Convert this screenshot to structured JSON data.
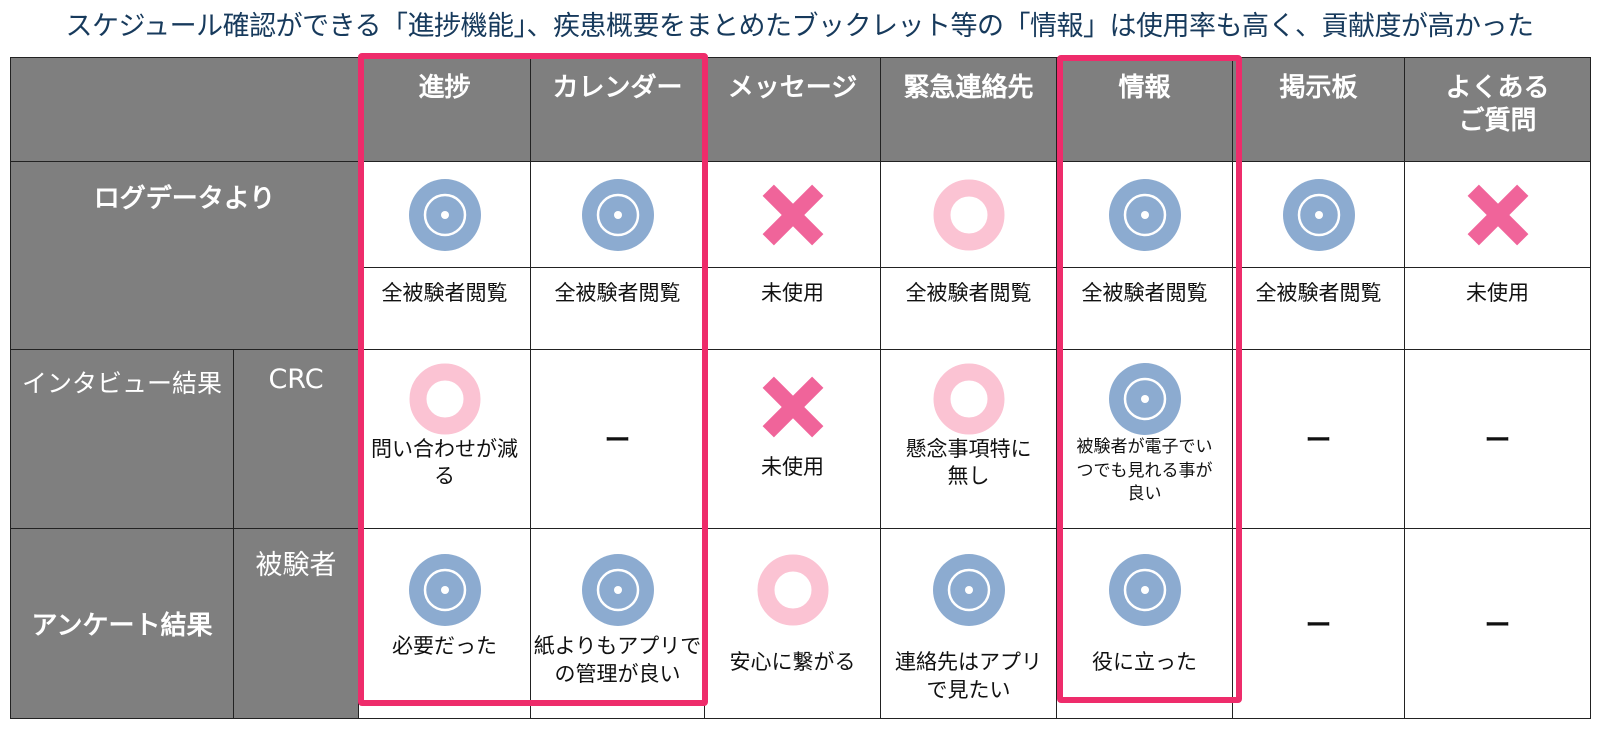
{
  "title": "スケジュール確認ができる「進捗機能」、疾患概要をまとめたブックレット等の「情報」は使用率も高く、貢献度が高かった",
  "colors": {
    "header_gray": "#7f7f7f",
    "title_navy": "#173a5c",
    "highlight_pink": "#ee2c6b",
    "double_circle_blue": "#8cabd0",
    "circle_pink": "#fbc3d3",
    "cross_pink": "#f0649a"
  },
  "columns": {
    "c1": "進捗",
    "c2": "カレンダー",
    "c3": "メッセージ",
    "c4": "緊急連絡先",
    "c5": "情報",
    "c6": "掲示板",
    "c7_l1": "よくある",
    "c7_l2": "ご質問"
  },
  "row_headers": {
    "log": "ログデータより",
    "interview": "インタビュー結果",
    "crc": "CRC",
    "survey": "アンケート結果",
    "subject": "被験者"
  },
  "log_row": {
    "symbols": [
      "double-circle",
      "double-circle",
      "cross",
      "circle",
      "double-circle",
      "double-circle",
      "cross"
    ],
    "texts": [
      "全被験者閲覧",
      "全被験者閲覧",
      "未使用",
      "全被験者閲覧",
      "全被験者閲覧",
      "全被験者閲覧",
      "未使用"
    ]
  },
  "crc_row": {
    "c1": {
      "symbol": "circle",
      "l1": "問い合わせが減",
      "l2": "る"
    },
    "c2": {
      "text": "ー"
    },
    "c3": {
      "symbol": "cross",
      "l1": "未使用"
    },
    "c4": {
      "symbol": "circle",
      "l1": "懸念事項特に",
      "l2": "無し"
    },
    "c5": {
      "symbol": "double-circle",
      "l1": "被験者が電子でい",
      "l2": "つでも見れる事が",
      "l3": "良い"
    },
    "c6": {
      "text": "ー"
    },
    "c7": {
      "text": "ー"
    }
  },
  "subject_row": {
    "c1": {
      "symbol": "double-circle",
      "l1": "必要だった"
    },
    "c2": {
      "symbol": "double-circle",
      "l1": "紙よりもアプリで",
      "l2": "の管理が良い"
    },
    "c3": {
      "symbol": "circle",
      "l1": "安心に繋がる"
    },
    "c4": {
      "symbol": "double-circle",
      "l1": "連絡先はアプリ",
      "l2": "で見たい"
    },
    "c5": {
      "symbol": "double-circle",
      "l1": "役に立った"
    },
    "c6": {
      "text": "ー"
    },
    "c7": {
      "text": "ー"
    }
  }
}
